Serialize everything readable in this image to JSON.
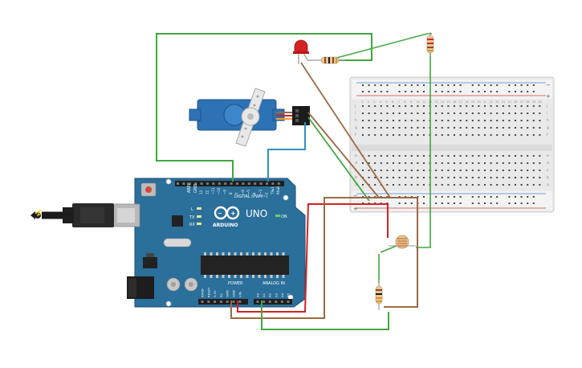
{
  "board": {
    "model": "UNO",
    "brand": "ARDUINO",
    "digital_header": "DIGITAL (PWM~)",
    "power_header": "POWER",
    "analog_header": "ANALOG IN",
    "on_label": "ON",
    "tx_label": "TX",
    "rx_label": "RX",
    "l_label": "L",
    "aref": "AREF",
    "gnd": "GND",
    "digital_pins": [
      "13",
      "12",
      "~11",
      "~10",
      "~9",
      "8",
      "7",
      "~6",
      "~5",
      "4",
      "~3",
      "2",
      "TX▸1",
      "RX◂0"
    ],
    "power_pins": [
      "IOREF",
      "RESET",
      "3.3V",
      "5V",
      "GND",
      "GND",
      "VIN"
    ],
    "analog_pins": [
      "A0",
      "A1",
      "A2",
      "A3",
      "A4",
      "A5"
    ],
    "colors": {
      "board": "#2b6f9b",
      "header": "#1f1f1f",
      "usb": "#b9b9b9",
      "chip": "#232323"
    }
  },
  "breadboard": {
    "row_letters_top": [
      "j",
      "i",
      "h",
      "g",
      "f"
    ],
    "row_letters_bottom": [
      "e",
      "d",
      "c",
      "b",
      "a"
    ],
    "column_count": 30,
    "rail_plus": "+",
    "rail_minus": "−"
  },
  "components": {
    "servo": "servo-motor",
    "led": "red-led",
    "photoresistor": "photoresistor",
    "resistors": 3
  },
  "wire_colors": {
    "green": "#3fa83f",
    "brown": "#9a6a43",
    "red": "#d32222",
    "blue": "#2b93c0",
    "black": "#222222"
  }
}
